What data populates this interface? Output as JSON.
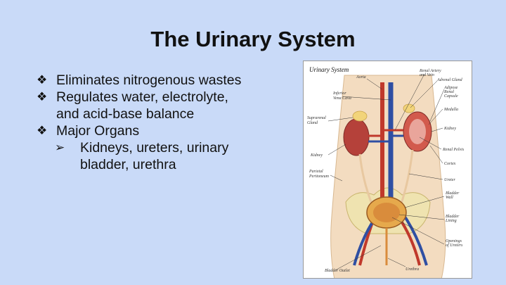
{
  "slide": {
    "title": "The Urinary System",
    "bullets": [
      {
        "marker": "❖",
        "text": "Eliminates nitrogenous wastes"
      },
      {
        "marker": "❖",
        "text": "Regulates water, electrolyte,"
      },
      {
        "marker": "",
        "text": "and acid-base balance"
      },
      {
        "marker": "❖",
        "text": "Major Organs"
      }
    ],
    "sub_bullet": {
      "marker": "➢",
      "line1": "Kidneys, ureters, urinary",
      "line2": "bladder, urethra"
    }
  },
  "figure": {
    "title": "Urinary System",
    "labels_left": [
      "Aorta",
      "Inferior",
      "Vena Cava",
      "Suprarenal",
      "Gland",
      "Kidney",
      "Parietal",
      "Peritoneum",
      "Bladder Outlet"
    ],
    "labels_right": [
      "Renal Artery",
      "and Vein",
      "Adrenal Gland",
      "Adipose",
      "Renal",
      "Capsule",
      "Medulla",
      "Kidney",
      "Renal Pelvis",
      "Cortex",
      "Ureter",
      "Bladder",
      "Wall",
      "Bladder",
      "Lining",
      "Openings",
      "of Ureters",
      "Urethra"
    ]
  },
  "colors": {
    "background": "#c9daf8",
    "artery": "#c0392b",
    "vein": "#2f4fa3",
    "kidney": "#b5413a",
    "skin": "#f3dcc0"
  }
}
